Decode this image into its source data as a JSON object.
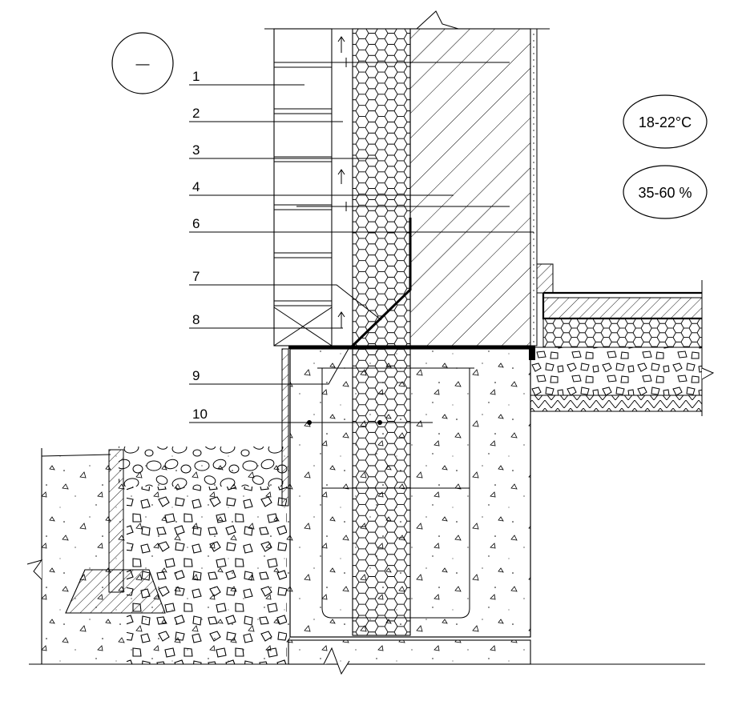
{
  "section_symbol": "—",
  "labels": [
    {
      "id": "1",
      "text": "1"
    },
    {
      "id": "2",
      "text": "2"
    },
    {
      "id": "3",
      "text": "3"
    },
    {
      "id": "4",
      "text": "4"
    },
    {
      "id": "6",
      "text": "6"
    },
    {
      "id": "7",
      "text": "7"
    },
    {
      "id": "8",
      "text": "8"
    },
    {
      "id": "9",
      "text": "9"
    },
    {
      "id": "10",
      "text": "10"
    }
  ],
  "indoor_conditions": {
    "temperature": "18-22°C",
    "humidity": "35-60 %"
  },
  "colors": {
    "line": "#000000",
    "background": "#ffffff"
  }
}
